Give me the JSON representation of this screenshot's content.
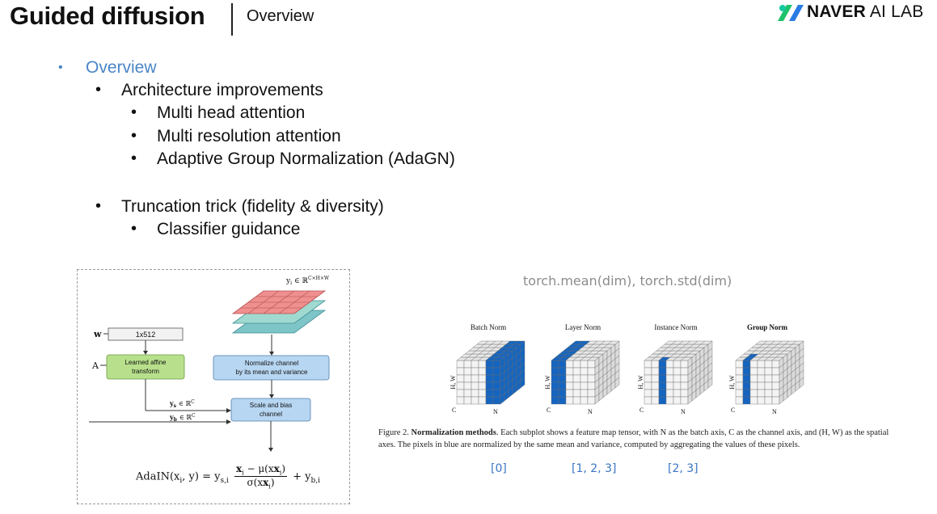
{
  "header": {
    "title": "Guided diffusion",
    "subtitle": "Overview",
    "logo_text_bold": "NAVER",
    "logo_text": " AI LAB"
  },
  "bullets": {
    "level1": "Overview",
    "arch": "Architecture improvements",
    "arch_items": [
      "Multi head attention",
      "Multi resolution attention",
      "Adaptive Group Normalization (AdaGN)"
    ],
    "trunc": "Truncation trick (fidelity & diversity)",
    "trunc_items": [
      "Classifier guidance"
    ],
    "bullet_char": "•"
  },
  "adain_figure": {
    "w_label": "w",
    "w_box": "1x512",
    "a_label": "A",
    "affine_box": [
      "Learned affine",
      "transform"
    ],
    "norm_box": [
      "Normalize channel",
      "by its mean and variance"
    ],
    "scale_box": [
      "Scale and bias",
      "channel"
    ],
    "ys_label": "y",
    "ys_sub": "s",
    "yb_label": "y",
    "yb_sub": "b",
    "in_r": "∈ ℝ",
    "r_sup_c": "C",
    "tensor_label": "∈ ℝ",
    "tensor_sup": "C×H×W",
    "tensor_y": "y",
    "tensor_y_sup": "i",
    "formula_left": "AdaIN(x",
    "formula_i": "i",
    "formula_mid": ", y) = y",
    "formula_si": "s,i",
    "formula_num": "x",
    "formula_num_rest": " − μ(x",
    "formula_den": "σ(x",
    "formula_plus": "+ y",
    "formula_bi": "b,i",
    "colors": {
      "affine": "#b8e08c",
      "norm": "#b7d6f2",
      "tensor_top": "#ef8f8f",
      "tensor_mid": "#9fd9cf",
      "tensor_bot": "#7ec5c8"
    }
  },
  "norm_figure": {
    "torch_label": "torch.mean(dim), torch.std(dim)",
    "panels": [
      "Batch Norm",
      "Layer Norm",
      "Instance Norm",
      "Group Norm"
    ],
    "axis_hw": "H, W",
    "axis_c": "C",
    "axis_n": "N",
    "caption_prefix": "Figure 2. ",
    "caption_bold": "Normalization methods",
    "caption_rest": ". Each subplot shows a feature map tensor, with N as the batch axis, C as the channel axis, and (H, W) as the spatial axes. The pixels in blue are normalized by the same mean and variance, computed by aggregating the values of these pixels.",
    "dims": [
      "[0]",
      "[1, 2, 3]",
      "[2, 3]"
    ],
    "blue": "#1565c0"
  }
}
